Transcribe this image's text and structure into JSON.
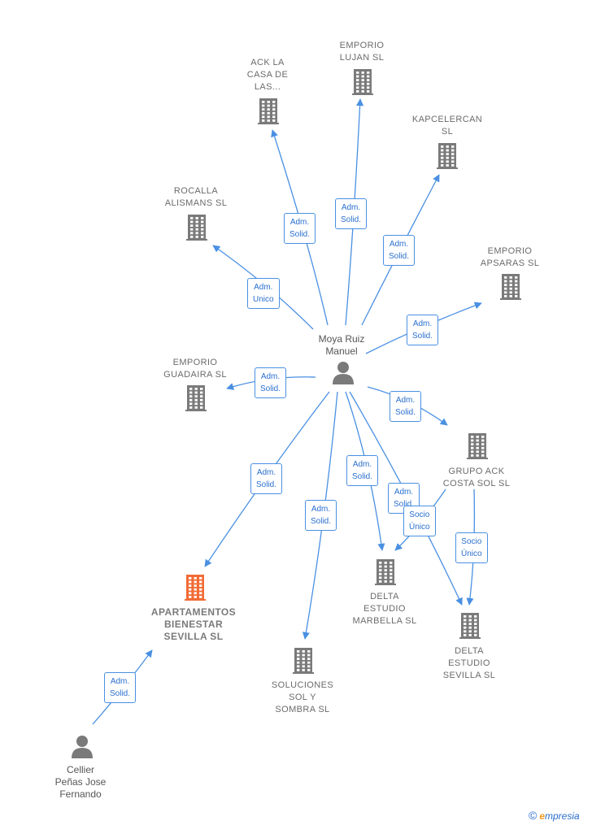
{
  "colors": {
    "edge": "#4a90e2",
    "building": "#7a7a7a",
    "focus_building": "#f26b35",
    "person": "#7a7a7a"
  },
  "people": [
    {
      "id": "moya",
      "label": "Moya Ruiz\nManuel"
    },
    {
      "id": "cellier",
      "label": "Cellier\nPeñas Jose\nFernando"
    }
  ],
  "companies": [
    {
      "id": "ack",
      "label": "ACK LA\nCASA DE\nLAS..."
    },
    {
      "id": "lujan",
      "label": "EMPORIO\nLUJAN  SL"
    },
    {
      "id": "kapcelercan",
      "label": "KAPCELERCAN\nSL"
    },
    {
      "id": "rocalla",
      "label": "ROCALLA\nALISMANS  SL"
    },
    {
      "id": "apsaras",
      "label": "EMPORIO\nAPSARAS SL"
    },
    {
      "id": "guadaira",
      "label": "EMPORIO\nGUADAIRA SL"
    },
    {
      "id": "grupoack",
      "label": "GRUPO ACK\nCOSTA SOL  SL"
    },
    {
      "id": "apartamentos",
      "label": "APARTAMENTOS\nBIENESTAR\nSEVILLA  SL",
      "focus": true
    },
    {
      "id": "marbella",
      "label": "DELTA\nESTUDIO\nMARBELLA  SL"
    },
    {
      "id": "sevilla",
      "label": "DELTA\nESTUDIO\nSEVILLA  SL"
    },
    {
      "id": "soluciones",
      "label": "SOLUCIONES\nSOL Y\nSOMBRA  SL"
    }
  ],
  "edges": [
    {
      "from": "moya",
      "to": "ack",
      "label": "Adm.\nSolid."
    },
    {
      "from": "moya",
      "to": "lujan",
      "label": "Adm.\nSolid."
    },
    {
      "from": "moya",
      "to": "kapcelercan",
      "label": "Adm.\nSolid."
    },
    {
      "from": "moya",
      "to": "rocalla",
      "label": "Adm.\nUnico"
    },
    {
      "from": "moya",
      "to": "apsaras",
      "label": "Adm.\nSolid."
    },
    {
      "from": "moya",
      "to": "guadaira",
      "label": "Adm.\nSolid."
    },
    {
      "from": "moya",
      "to": "grupoack",
      "label": "Adm.\nSolid."
    },
    {
      "from": "moya",
      "to": "apartamentos",
      "label": "Adm.\nSolid."
    },
    {
      "from": "moya",
      "to": "marbella",
      "label": "Adm.\nSolid."
    },
    {
      "from": "moya",
      "to": "sevilla",
      "label": "Adm.\nSolid."
    },
    {
      "from": "moya",
      "to": "soluciones",
      "label": "Adm.\nSolid."
    },
    {
      "from": "grupoack",
      "to": "marbella",
      "label": "Socio\nÚnico"
    },
    {
      "from": "grupoack",
      "to": "sevilla",
      "label": "Socio\nÚnico"
    },
    {
      "from": "cellier",
      "to": "apartamentos",
      "label": "Adm.\nSolid."
    }
  ],
  "brand": {
    "copyright": "©",
    "initial": "e",
    "rest": "mpresia"
  }
}
